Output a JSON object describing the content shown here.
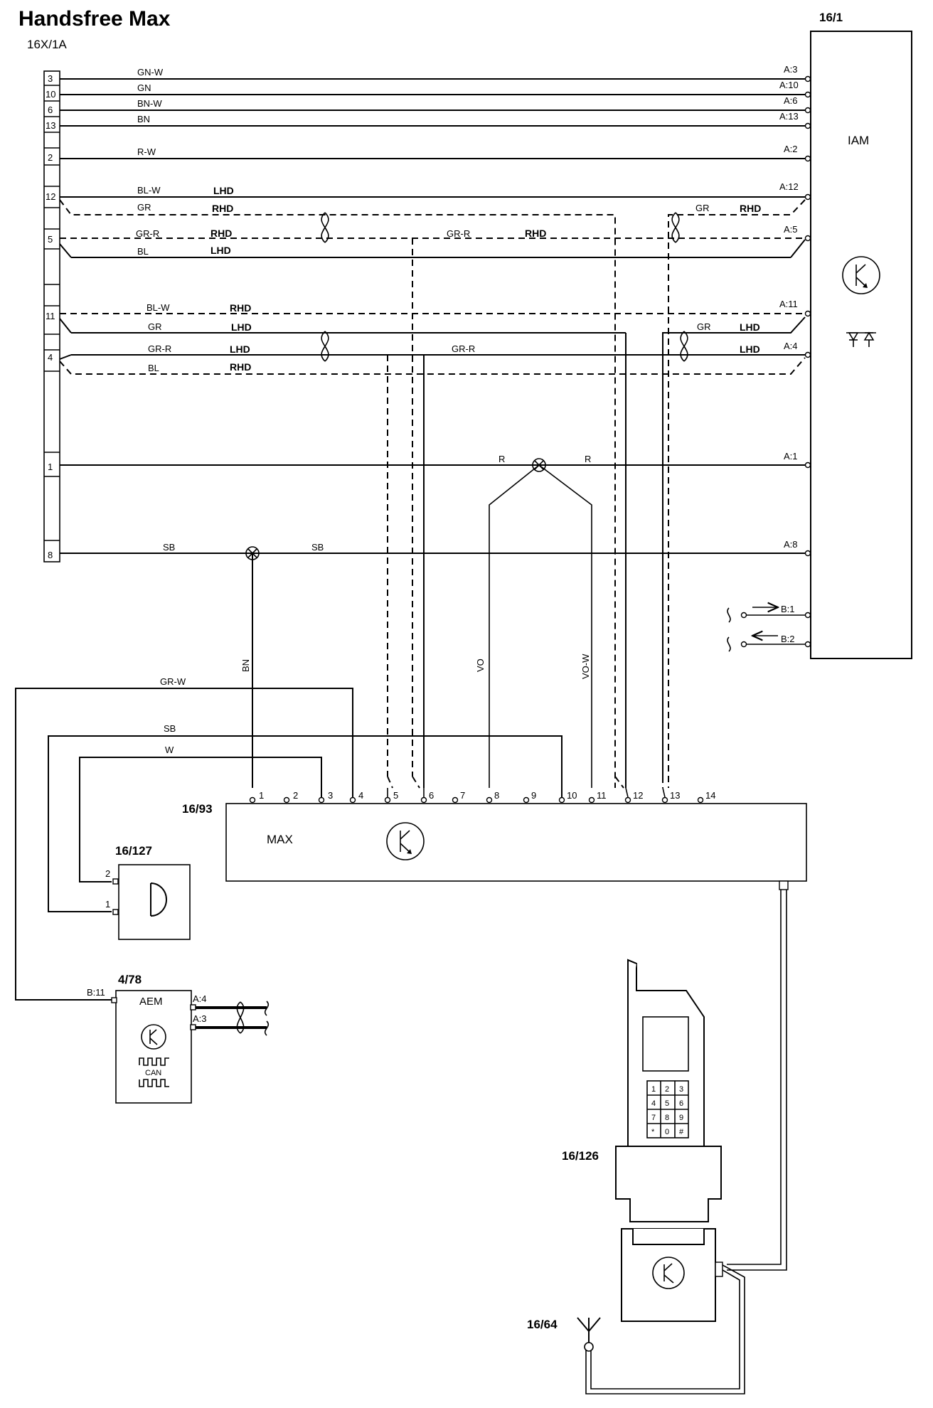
{
  "title": "Handsfree Max",
  "connector": {
    "id": "16X/1A",
    "pins": [
      "3",
      "10",
      "6",
      "13",
      "2",
      "12",
      "5",
      "11",
      "4",
      "1",
      "8"
    ]
  },
  "iam": {
    "id": "16/1",
    "name": "IAM",
    "pins_a": [
      "A:3",
      "A:10",
      "A:6",
      "A:13",
      "A:2",
      "A:12",
      "A:5",
      "A:11",
      "A:4",
      "A:1",
      "A:8"
    ],
    "pins_b": [
      "B:1",
      "B:2"
    ]
  },
  "wire_colors": {
    "gn_w": "GN-W",
    "gn": "GN",
    "bn_w": "BN-W",
    "bn": "BN",
    "r_w": "R-W",
    "bl_w": "BL-W",
    "gr": "GR",
    "gr_r": "GR-R",
    "bl": "BL",
    "r": "R",
    "sb": "SB",
    "vo": "VO",
    "vo_w": "VO-W",
    "gr_w": "GR-W",
    "w": "W"
  },
  "variants": {
    "lhd": "LHD",
    "rhd": "RHD"
  },
  "max": {
    "id": "16/93",
    "name": "MAX",
    "pins": [
      "1",
      "2",
      "3",
      "4",
      "5",
      "6",
      "7",
      "8",
      "9",
      "10",
      "11",
      "12",
      "13",
      "14"
    ]
  },
  "microphone": {
    "id": "16/127",
    "pins": [
      "2",
      "1"
    ]
  },
  "aem": {
    "id": "4/78",
    "name": "AEM",
    "bus": "CAN",
    "pin_b": "B:11",
    "pins_a": [
      "A:4",
      "A:3"
    ]
  },
  "phone": {
    "cradle_id": "16/126",
    "keypad": [
      "1",
      "2",
      "3",
      "4",
      "5",
      "6",
      "7",
      "8",
      "9",
      "*",
      "0",
      "#"
    ]
  },
  "antenna": {
    "id": "16/64"
  }
}
